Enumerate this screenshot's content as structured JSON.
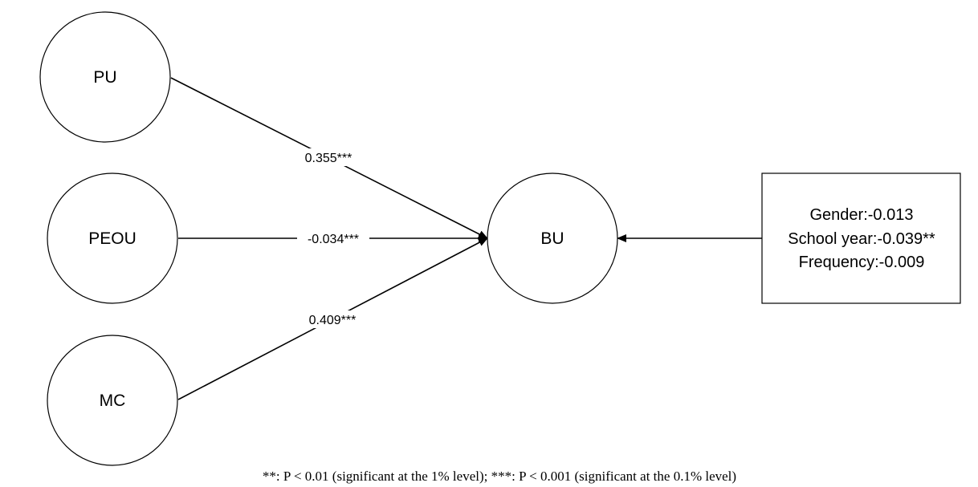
{
  "nodes": {
    "pu": "PU",
    "peou": "PEOU",
    "mc": "MC",
    "bu": "BU"
  },
  "paths": {
    "pu_bu": "0.355***",
    "peou_bu": "-0.034***",
    "mc_bu": "0.409***"
  },
  "controls": [
    "Gender:-0.013",
    "School year:-0.039**",
    "Frequency:-0.009"
  ],
  "footnote": "**: P < 0.01 (significant at the 1% level); ***: P < 0.001 (significant at the 0.1% level)"
}
